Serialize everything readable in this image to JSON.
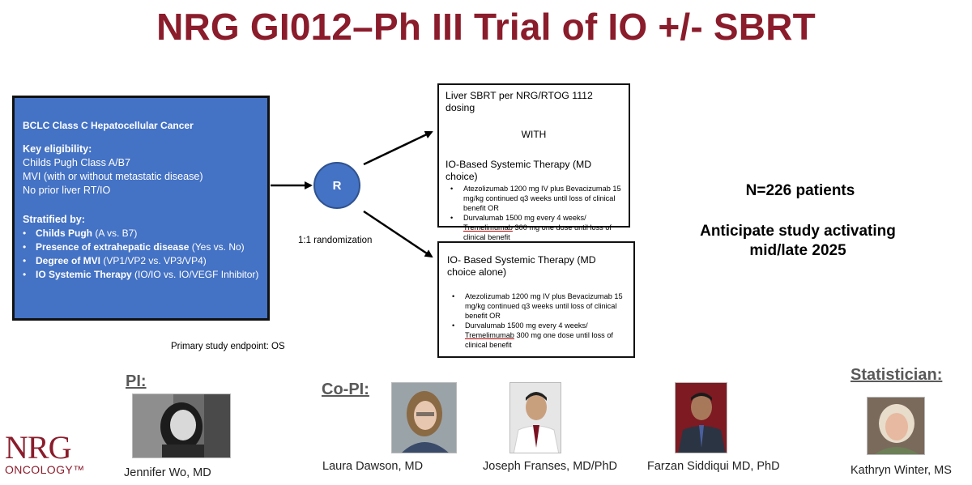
{
  "title": "NRG GI012–Ph III Trial of IO +/- SBRT",
  "eligibility": {
    "disease": "BCLC Class C Hepatocellular Cancer",
    "key_heading": "Key eligibility:",
    "key_items": [
      "Childs Pugh Class A/B7",
      "MVI (with or without metastatic disease)",
      "No prior liver RT/IO"
    ],
    "strat_heading": "Stratified by:",
    "strat_items": [
      {
        "bold": "Childs Pugh",
        "rest": " (A vs. B7)"
      },
      {
        "bold": "Presence of extrahepatic disease",
        "rest": " (Yes vs. No)"
      },
      {
        "bold": "Degree of MVI",
        "rest": " (VP1/VP2 vs. VP3/VP4)"
      },
      {
        "bold": "IO Systemic Therapy",
        "rest": " (IO/IO vs. IO/VEGF Inhibitor)"
      }
    ]
  },
  "primary_endpoint": "Primary study endpoint: OS",
  "randomization": {
    "symbol": "R",
    "label": "1:1 randomization"
  },
  "arm1": {
    "heading": "Liver SBRT per NRG/RTOG 1112 dosing",
    "with": "WITH",
    "therapy_heading": "IO-Based Systemic Therapy  (MD choice)",
    "bullet1": "Atezolizumab 1200 mg IV plus Bevacizumab 15 mg/kg continued q3 weeks until loss of clinical benefit OR",
    "bullet2_a": "Durvalumab 1500 mg every 4 weeks/",
    "bullet2_u": "Tremelimumab",
    "bullet2_b": " 300 mg one dose until loss of clinical benefit"
  },
  "arm2": {
    "heading": "IO- Based Systemic Therapy (MD choice alone)",
    "bullet1": "Atezolizumab 1200 mg IV plus Bevacizumab 15 mg/kg continued q3 weeks until loss of clinical benefit OR",
    "bullet2_a": "Durvalumab 1500 mg every 4 weeks/",
    "bullet2_u": "Tremelimumab",
    "bullet2_b": " 300 mg one dose until loss of clinical benefit"
  },
  "n_patients": "N=226 patients",
  "anticipate_line1": "Anticipate study activating",
  "anticipate_line2": "mid/late 2025",
  "roles": {
    "pi": "PI:",
    "copi": "Co-PI:",
    "statistician": "Statistician:"
  },
  "people": {
    "pi": "Jennifer Wo, MD",
    "copi1": "Laura Dawson, MD",
    "copi2": "Joseph Franses, MD/PhD",
    "copi3": "Farzan Siddiqui MD, PhD",
    "statistician": "Kathryn Winter, MS"
  },
  "logo": {
    "nrg": "NRG",
    "oncology": "ONCOLOGY™"
  },
  "colors": {
    "title": "#8a1c2b",
    "box_blue": "#4472c4",
    "role_gray": "#595959"
  }
}
